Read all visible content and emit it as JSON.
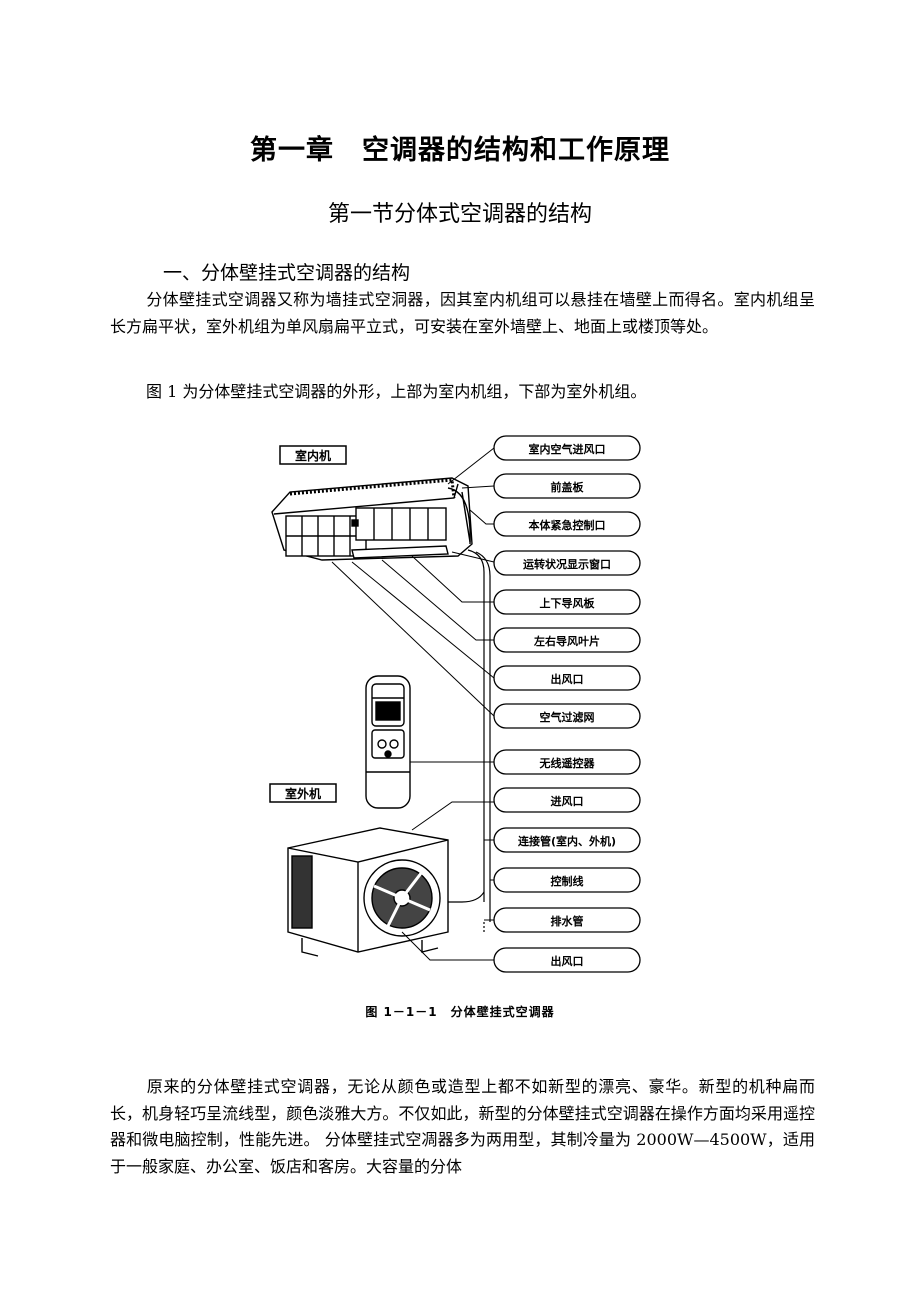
{
  "chapter": {
    "part1": "第一章",
    "part2": "空调器的结构和工作原理"
  },
  "section_title": "第一节分体式空调器的结构",
  "subsection_title": "一、分体壁挂式空调器的结构",
  "paragraphs": {
    "p1": "分体壁挂式空调器又称为墙挂式空洞器，因其室内机组可以悬挂在墙壁上而得名。室内机组呈长方扁平状，室外机组为单风扇扁平立式，可安装在室外墙壁上、地面上或楼顶等处。",
    "p2": "图 1 为分体壁挂式空调器的外形，上部为室内机组，下部为室外机组。",
    "p3": "原来的分体壁挂式空调器，无论从颜色或造型上都不如新型的漂亮、豪华。新型的机种扁而长，机身轻巧呈流线型，颜色淡雅大方。不仅如此，新型的分体壁挂式空调器在操作方面均采用遥控器和微电脑控制，性能先进。 分体壁挂式空凋器多为两用型，其制冷量为 2000W—4500W，适用于一般家庭、办公室、饭店和客房。大容量的分体"
  },
  "figure": {
    "indoor_label": "室内机",
    "outdoor_label": "室外机",
    "callouts": [
      "室内空气进风口",
      "前盖板",
      "本体紧急控制口",
      "运转状况显示窗口",
      "上下导风板",
      "左右导风叶片",
      "出风口",
      "空气过滤网",
      "无线遥控器",
      "进风口",
      "连接管(室内、外机)",
      "控制线",
      "排水管",
      "出风口"
    ],
    "caption": "图 1－1－1　分体壁挂式空调器"
  }
}
